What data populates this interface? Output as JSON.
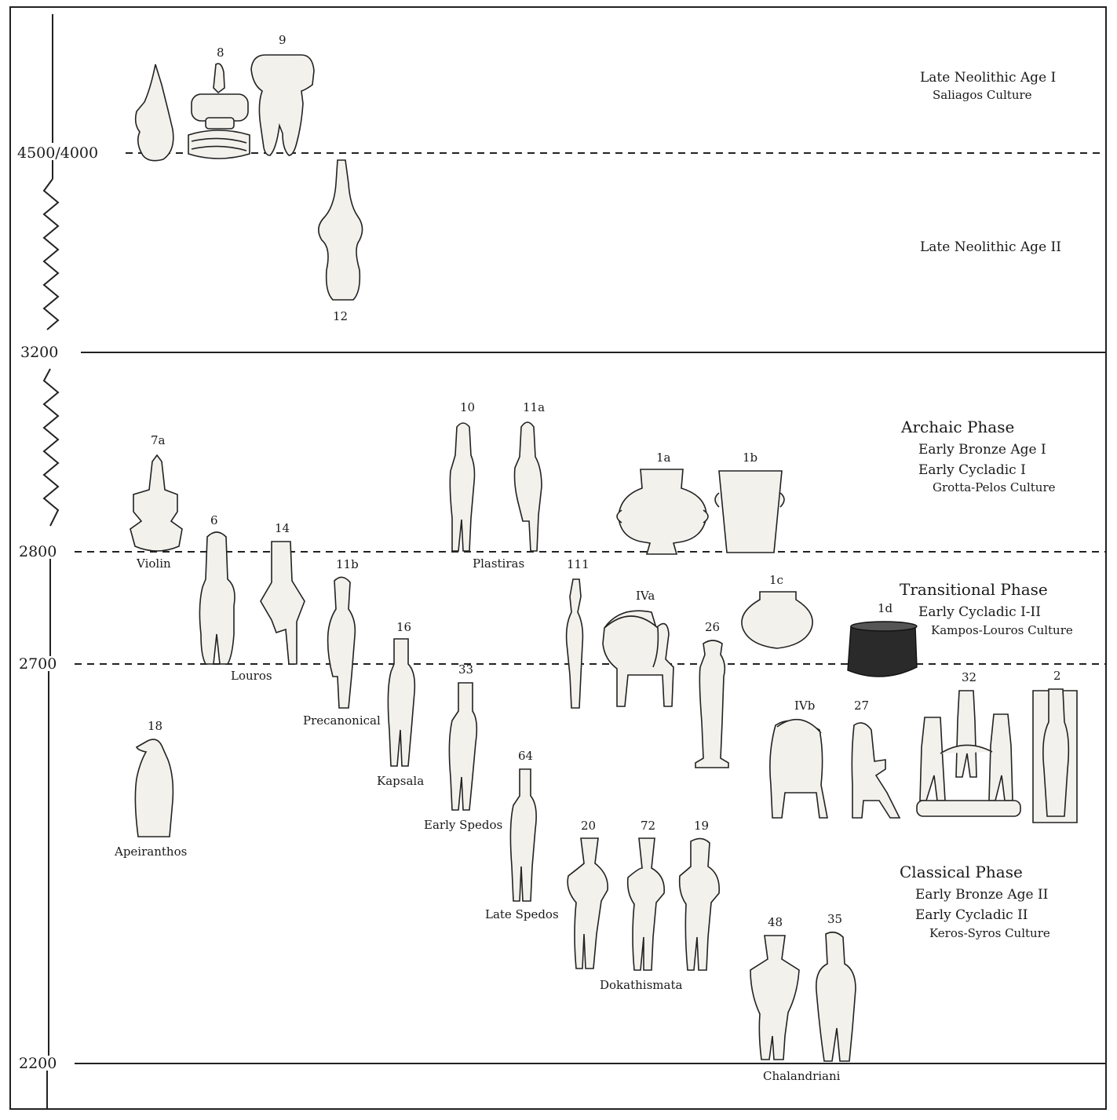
{
  "timeline": {
    "dates": [
      {
        "label": "4500/4000",
        "style": "dashed"
      },
      {
        "label": "3200",
        "style": "solid"
      },
      {
        "label": "2800",
        "style": "dashed"
      },
      {
        "label": "2700",
        "style": "dashed"
      },
      {
        "label": "2200",
        "style": "solid"
      }
    ]
  },
  "phases": {
    "late_neolithic_1": {
      "title": "Late Neolithic Age I",
      "culture": "Saliagos Culture"
    },
    "late_neolithic_2": {
      "title": "Late Neolithic Age II"
    },
    "archaic": {
      "title": "Archaic Phase",
      "line1": "Early Bronze Age I",
      "line2": "Early Cycladic I",
      "culture": "Grotta-Pelos Culture"
    },
    "transitional": {
      "title": "Transitional Phase",
      "line1": "Early Cycladic I-II",
      "culture": "Kampos-Louros Culture"
    },
    "classical": {
      "title": "Classical Phase",
      "line1": "Early Bronze Age II",
      "line2": "Early Cycladic II",
      "culture": "Keros-Syros Culture"
    }
  },
  "figures": {
    "f8": "8",
    "f9": "9",
    "f12": "12",
    "f7a": "7a",
    "f10": "10",
    "f11a": "11a",
    "f1a": "1a",
    "f1b": "1b",
    "f6": "6",
    "f14": "14",
    "f11b": "11b",
    "f16": "16",
    "f33": "33",
    "f111": "111",
    "f4a": "IVa",
    "f26": "26",
    "f1c": "1c",
    "f1d": "1d",
    "f18": "18",
    "f64": "64",
    "f4b": "IVb",
    "f27": "27",
    "f32": "32",
    "f2": "2",
    "f20": "20",
    "f72": "72",
    "f19": "19",
    "f48": "48",
    "f35": "35"
  },
  "types": {
    "violin": "Violin",
    "plastiras": "Plastiras",
    "louros": "Louros",
    "precanonical": "Precanonical",
    "kapsala": "Kapsala",
    "early_spedos": "Early Spedos",
    "apeiranthos": "Apeiranthos",
    "late_spedos": "Late Spedos",
    "dokathismata": "Dokathismata",
    "chalandriani": "Chalandriani"
  }
}
